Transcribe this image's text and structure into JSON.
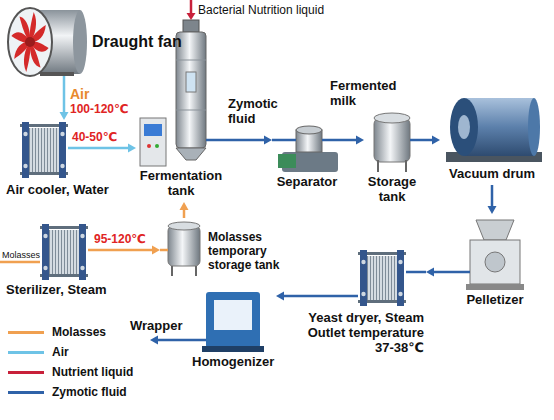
{
  "diagram": {
    "nodes": [
      {
        "text": [
          "Draught fan"
        ]
      },
      {
        "text": [
          "Air cooler, Water"
        ]
      },
      {
        "text": [
          "Fermentation tank"
        ]
      },
      {
        "text": [
          "Separator"
        ]
      },
      {
        "text": [
          "Storage tank"
        ]
      },
      {
        "text": [
          "Vacuum drum"
        ]
      },
      {
        "text": [
          "Pelletizer"
        ]
      },
      {
        "text": [
          "Yeast dryer, Steam",
          "Outlet temperature 37-38℃"
        ]
      },
      {
        "text": [
          "Homogenizer"
        ]
      },
      {
        "text": [
          "Sterilizer, Steam"
        ]
      },
      {
        "text": [
          "Molasses temporary storage tank"
        ]
      }
    ],
    "edges": [
      {
        "from": 0,
        "to": 1,
        "arrow": "to",
        "label": "Air"
      },
      {
        "from": 1,
        "to": 2,
        "arrow": "to"
      },
      {
        "from": 9,
        "to": 10,
        "arrow": "to"
      },
      {
        "from": 10,
        "to": 2,
        "arrow": "to"
      },
      {
        "from": 2,
        "to": 3,
        "arrow": "to",
        "label": "Zymotic fluid"
      },
      {
        "from": 3,
        "to": 4,
        "arrow": "to",
        "label": "Fermented milk"
      },
      {
        "from": 4,
        "to": 5,
        "arrow": "to"
      },
      {
        "from": 5,
        "to": 6,
        "arrow": "to"
      },
      {
        "from": 6,
        "to": 7,
        "arrow": "to"
      },
      {
        "from": 7,
        "to": 8,
        "arrow": "to"
      }
    ],
    "labels": [
      "Bacterial Nutrition liquid",
      "100-120℃",
      "40-50℃",
      "95-120℃",
      "Molasses",
      "Wrapper"
    ],
    "legend": [
      {
        "text": "Molasses",
        "color": "#f0a050"
      },
      {
        "text": "Air",
        "color": "#6ec3e6"
      },
      {
        "text": "Nutrient liquid",
        "color": "#c8203a"
      },
      {
        "text": "Zymotic fluid",
        "color": "#2f62a8"
      }
    ]
  }
}
